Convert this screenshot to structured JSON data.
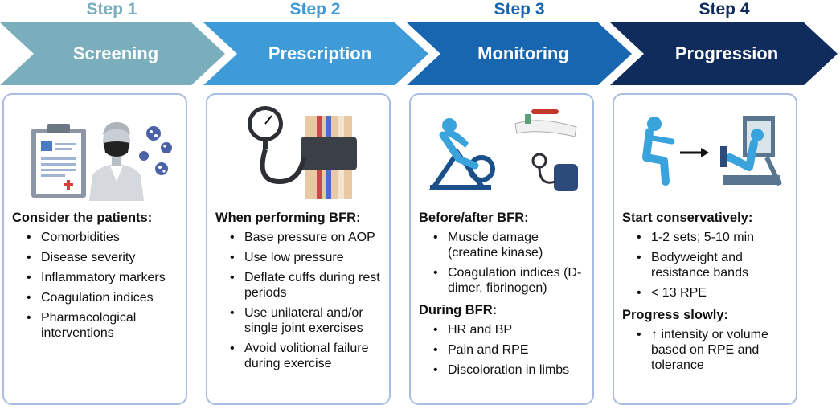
{
  "colors": {
    "step1": "#7aaebd",
    "step2": "#3e9bd8",
    "step3": "#1866b0",
    "step4": "#102c5c",
    "card_border": "#a9bde0",
    "figure_blue": "#3aa3dc"
  },
  "steps": [
    {
      "step_label": "Step 1",
      "title": "Screening",
      "illustration": "clinician-clipboard-virus-icon",
      "sections": [
        {
          "heading": "Consider the patients:",
          "items": [
            "Comorbidities",
            "Disease severity",
            "Inflammatory markers",
            "Coagulation indices",
            "Pharmacological interventions"
          ]
        }
      ]
    },
    {
      "step_label": "Step 2",
      "title": "Prescription",
      "illustration": "pressure-gauge-cuff-icon",
      "sections": [
        {
          "heading": "When performing BFR:",
          "items": [
            "Base pressure on AOP",
            "Use low pressure",
            "Deflate cuffs during rest periods",
            "Use unilateral and/or single joint exercises",
            "Avoid volitional failure during exercise"
          ]
        }
      ]
    },
    {
      "step_label": "Step 3",
      "title": "Monitoring",
      "illustration": "cycling-blood-draw-bp-monitor-icon",
      "sections": [
        {
          "heading": "Before/after BFR:",
          "items": [
            "Muscle damage (creatine kinase)",
            "Coagulation indices (D-dimer, fibrinogen)"
          ]
        },
        {
          "heading": "During BFR:",
          "items": [
            "HR and BP",
            "Pain and RPE",
            "Discoloration in limbs"
          ]
        }
      ]
    },
    {
      "step_label": "Step 4",
      "title": "Progression",
      "illustration": "squat-to-leg-press-icon",
      "sections": [
        {
          "heading": "Start conservatively:",
          "items": [
            "1-2 sets; 5-10 min",
            "Bodyweight and resistance bands",
            "< 13 RPE"
          ]
        },
        {
          "heading": "Progress slowly:",
          "items": [
            "↑ intensity or volume based on RPE and tolerance"
          ]
        }
      ]
    }
  ]
}
